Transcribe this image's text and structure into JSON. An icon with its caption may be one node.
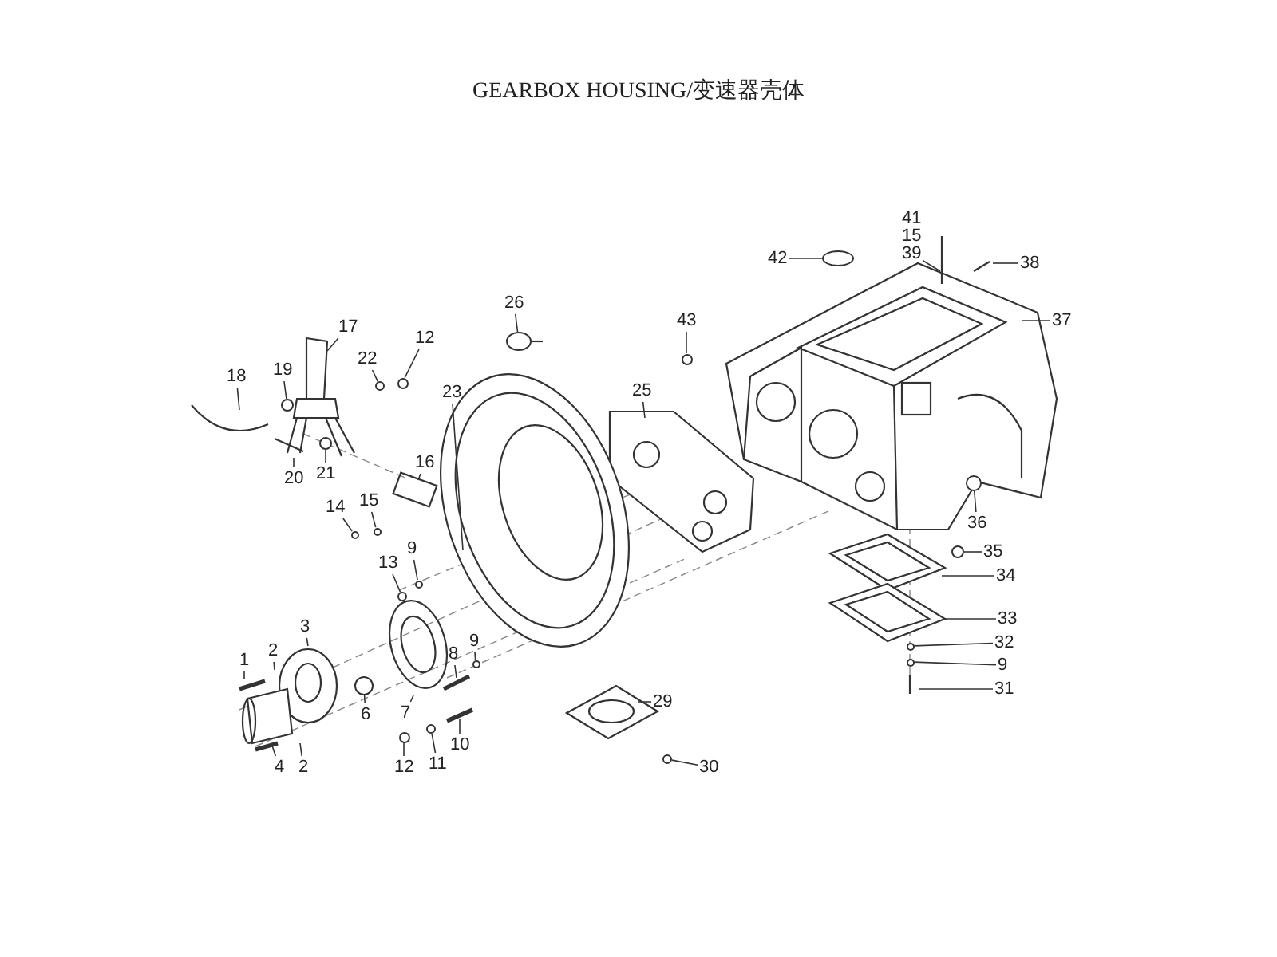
{
  "diagram": {
    "title": "GEARBOX HOUSING/变速器壳体",
    "nodes": [
      {
        "text": [
          "1"
        ]
      },
      {
        "text": [
          "2"
        ]
      },
      {
        "text": [
          "3"
        ]
      },
      {
        "text": [
          "4"
        ]
      },
      {
        "text": [
          "2"
        ]
      },
      {
        "text": [
          "6"
        ]
      },
      {
        "text": [
          "7"
        ]
      },
      {
        "text": [
          "13"
        ]
      },
      {
        "text": [
          "9"
        ]
      },
      {
        "text": [
          "8"
        ]
      },
      {
        "text": [
          "9"
        ]
      },
      {
        "text": [
          "12"
        ]
      },
      {
        "text": [
          "11"
        ]
      },
      {
        "text": [
          "10"
        ]
      },
      {
        "text": [
          "14"
        ]
      },
      {
        "text": [
          "15"
        ]
      },
      {
        "text": [
          "16"
        ]
      },
      {
        "text": [
          "18"
        ]
      },
      {
        "text": [
          "19"
        ]
      },
      {
        "text": [
          "20"
        ]
      },
      {
        "text": [
          "21"
        ]
      },
      {
        "text": [
          "17"
        ]
      },
      {
        "text": [
          "22"
        ]
      },
      {
        "text": [
          "12"
        ]
      },
      {
        "text": [
          "23"
        ]
      },
      {
        "text": [
          "26"
        ]
      },
      {
        "text": [
          "25"
        ]
      },
      {
        "text": [
          "43"
        ]
      },
      {
        "text": [
          "42"
        ]
      },
      {
        "text": [
          "41"
        ]
      },
      {
        "text": [
          "15"
        ]
      },
      {
        "text": [
          "39"
        ]
      },
      {
        "text": [
          "38"
        ]
      },
      {
        "text": [
          "37"
        ]
      },
      {
        "text": [
          "36"
        ]
      },
      {
        "text": [
          "35"
        ]
      },
      {
        "text": [
          "34"
        ]
      },
      {
        "text": [
          "33"
        ]
      },
      {
        "text": [
          "32"
        ]
      },
      {
        "text": [
          "9"
        ]
      },
      {
        "text": [
          "31"
        ]
      },
      {
        "text": [
          "29"
        ]
      },
      {
        "text": [
          "30"
        ]
      },
      {
        "text": [],
        "shape": "circle"
      },
      {
        "text": [],
        "shape": "circle"
      },
      {
        "text": [],
        "shape": "circle"
      },
      {
        "text": [],
        "shape": "circle"
      },
      {
        "text": [],
        "shape": "circle"
      },
      {
        "text": [],
        "shape": "circle"
      },
      {
        "text": [],
        "shape": "circle"
      },
      {
        "text": [],
        "shape": "circle"
      },
      {
        "text": [],
        "shape": "circle"
      },
      {
        "text": [],
        "shape": "circle"
      },
      {
        "text": [],
        "shape": "circle"
      },
      {
        "text": [],
        "shape": "circle"
      },
      {
        "text": [],
        "shape": "circle"
      },
      {
        "text": [],
        "shape": "circle"
      },
      {
        "text": [],
        "shape": "circle"
      },
      {
        "text": [],
        "shape": "circle"
      },
      {
        "text": [],
        "shape": "circle"
      },
      {
        "text": [],
        "shape": "circle"
      },
      {
        "text": [],
        "shape": "circle"
      },
      {
        "text": [],
        "shape": "circle"
      }
    ],
    "edges": [
      {
        "from": 0,
        "to": null,
        "arrow": "none"
      },
      {
        "from": 1,
        "to": null,
        "arrow": "none"
      },
      {
        "from": 2,
        "to": null,
        "arrow": "none"
      },
      {
        "from": 3,
        "to": null,
        "arrow": "none"
      },
      {
        "from": 4,
        "to": null,
        "arrow": "none"
      },
      {
        "from": 5,
        "to": 46,
        "arrow": "none"
      },
      {
        "from": 6,
        "to": null,
        "arrow": "none"
      },
      {
        "from": 7,
        "to": 50,
        "arrow": "none"
      },
      {
        "from": 8,
        "to": 52,
        "arrow": "none"
      },
      {
        "from": 9,
        "to": null,
        "arrow": "none"
      },
      {
        "from": 10,
        "to": 54,
        "arrow": "none"
      },
      {
        "from": 11,
        "to": 51,
        "arrow": "none"
      },
      {
        "from": 12,
        "to": 53,
        "arrow": "none"
      },
      {
        "from": 13,
        "to": null,
        "arrow": "none"
      },
      {
        "from": 14,
        "to": 45,
        "arrow": "none"
      },
      {
        "from": 15,
        "to": 47,
        "arrow": "none"
      },
      {
        "from": 16,
        "to": null,
        "arrow": "none"
      },
      {
        "from": 17,
        "to": null,
        "arrow": "none"
      },
      {
        "from": 18,
        "to": 43,
        "arrow": "none"
      },
      {
        "from": 19,
        "to": null,
        "arrow": "none"
      },
      {
        "from": 20,
        "to": 44,
        "arrow": "none"
      },
      {
        "from": 21,
        "to": null,
        "arrow": "none"
      },
      {
        "from": 22,
        "to": 48,
        "arrow": "none"
      },
      {
        "from": 23,
        "to": 49,
        "arrow": "none"
      },
      {
        "from": 24,
        "to": null,
        "arrow": "none"
      },
      {
        "from": 25,
        "to": 55,
        "arrow": "none"
      },
      {
        "from": 26,
        "to": null,
        "arrow": "none"
      },
      {
        "from": 27,
        "to": 57,
        "arrow": "none"
      },
      {
        "from": 28,
        "to": 58,
        "arrow": "none"
      },
      {
        "from": 31,
        "to": null,
        "arrow": "none"
      },
      {
        "from": 32,
        "to": null,
        "arrow": "none"
      },
      {
        "from": 33,
        "to": null,
        "arrow": "none"
      },
      {
        "from": 34,
        "to": 62,
        "arrow": "none"
      },
      {
        "from": 35,
        "to": 61,
        "arrow": "none"
      },
      {
        "from": 36,
        "to": null,
        "arrow": "none"
      },
      {
        "from": 37,
        "to": null,
        "arrow": "none"
      },
      {
        "from": 38,
        "to": 59,
        "arrow": "none"
      },
      {
        "from": 39,
        "to": 60,
        "arrow": "none"
      },
      {
        "from": 40,
        "to": null,
        "arrow": "none"
      },
      {
        "from": 41,
        "to": null,
        "arrow": "none"
      },
      {
        "from": 42,
        "to": 56,
        "arrow": "none"
      }
    ]
  }
}
